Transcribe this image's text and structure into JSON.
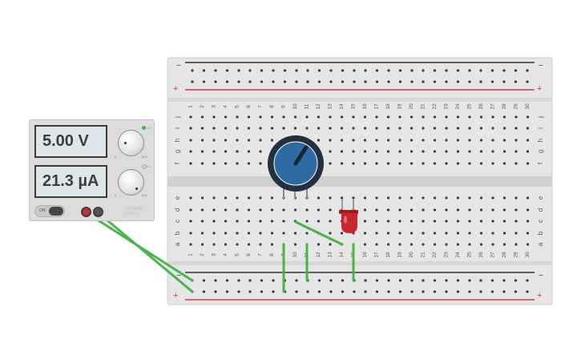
{
  "power_supply": {
    "voltage_display": "5.00 V",
    "current_display": "21.3 µA",
    "toggle_label": "ON",
    "voltage_knob_min": "0",
    "voltage_knob_max": "10 V",
    "current_knob_min": "0",
    "current_knob_max": "5 A",
    "cv_label": "CV",
    "cc_label": "CC",
    "brand": "VOLTAGE\nSUPPLY",
    "cv_led_color": "#41b649"
  },
  "breadboard": {
    "columns": [
      "1",
      "2",
      "3",
      "4",
      "5",
      "6",
      "7",
      "8",
      "9",
      "10",
      "11",
      "12",
      "13",
      "14",
      "15",
      "16",
      "17",
      "18",
      "19",
      "20",
      "21",
      "22",
      "23",
      "24",
      "25",
      "26",
      "27",
      "28",
      "29",
      "30"
    ],
    "rows_top": [
      "j",
      "i",
      "h",
      "g",
      "f"
    ],
    "rows_bottom": [
      "e",
      "d",
      "c",
      "b",
      "a"
    ],
    "rail_minus": "−",
    "rail_plus": "+",
    "rail_red": "#d23b3b",
    "rail_black": "#333333",
    "body_color": "#e4e4e4"
  },
  "components": {
    "potentiometer_color": "#2e6aa3",
    "led_color": "#c8262c",
    "wire_color": "#47b549"
  }
}
